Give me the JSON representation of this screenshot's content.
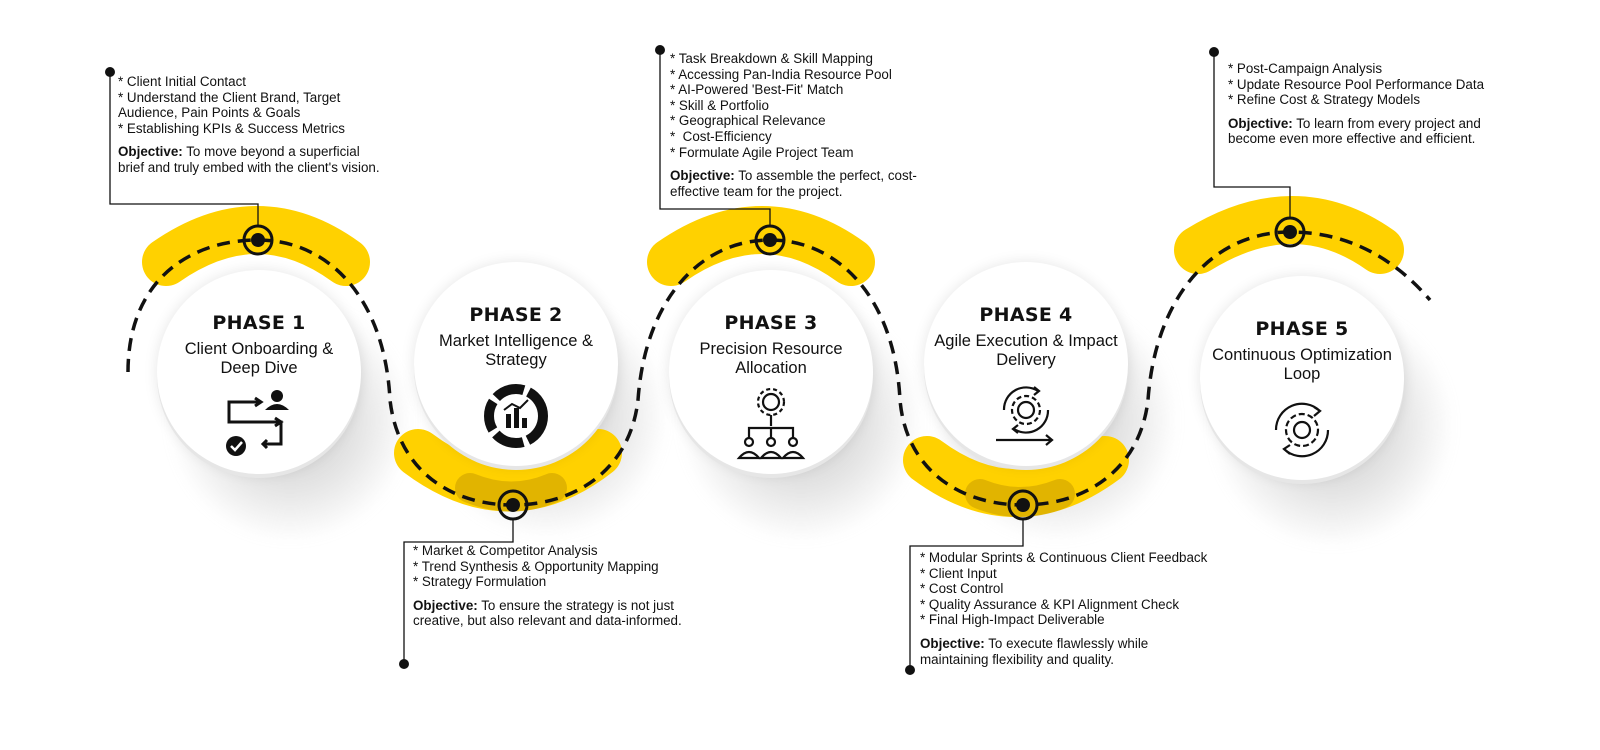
{
  "colors": {
    "accent": "#FFD100",
    "accent_shade": "#E0B400",
    "ink": "#111111",
    "circle": "#FFFFFF"
  },
  "phases": [
    {
      "title": "PHASE 1",
      "name": "Client Onboarding & Deep Dive",
      "icon": "workflow-user-check-icon",
      "bullets": [
        "* Client Initial Contact",
        "* Understand the Client Brand, Target Audience, Pain Points & Goals",
        "* Establishing KPIs & Success Metrics"
      ],
      "objective_label": "Objective:",
      "objective_text": "To move beyond a superficial brief and truly embed with the client's vision."
    },
    {
      "title": "PHASE 2",
      "name": "Market Intelligence & Strategy",
      "icon": "analytics-chart-icon",
      "bullets": [
        "* Market & Competitor Analysis",
        "* Trend Synthesis & Opportunity Mapping",
        "* Strategy Formulation"
      ],
      "objective_label": "Objective:",
      "objective_text": "To ensure the strategy is not just creative, but also relevant and data-informed."
    },
    {
      "title": "PHASE 3",
      "name": "Precision Resource Allocation",
      "icon": "team-hierarchy-gear-icon",
      "bullets": [
        "* Task Breakdown & Skill Mapping",
        "* Accessing Pan-India Resource Pool",
        "* AI-Powered 'Best-Fit' Match",
        "* Skill & Portfolio",
        "* Geographical Relevance",
        "*  Cost-Efficiency",
        "* Formulate Agile Project Team"
      ],
      "objective_label": "Objective:",
      "objective_text": "To assemble the perfect, cost-effective team for the project."
    },
    {
      "title": "PHASE 4",
      "name": "Agile Execution & Impact Delivery",
      "icon": "agile-cycle-gear-icon",
      "bullets": [
        "* Modular Sprints & Continuous Client Feedback",
        "* Client Input",
        "* Cost Control",
        "* Quality Assurance & KPI Alignment Check",
        "* Final High-Impact Deliverable"
      ],
      "objective_label": "Objective:",
      "objective_text": "To execute flawlessly while maintaining flexibility and quality."
    },
    {
      "title": "PHASE 5",
      "name": "Continuous Optimization Loop",
      "icon": "gear-loop-icon",
      "bullets": [
        "* Post-Campaign Analysis",
        "* Update Resource Pool Performance Data",
        "* Refine Cost & Strategy Models"
      ],
      "objective_label": "Objective:",
      "objective_text": "To learn from every project and become even more effective and efficient."
    }
  ]
}
